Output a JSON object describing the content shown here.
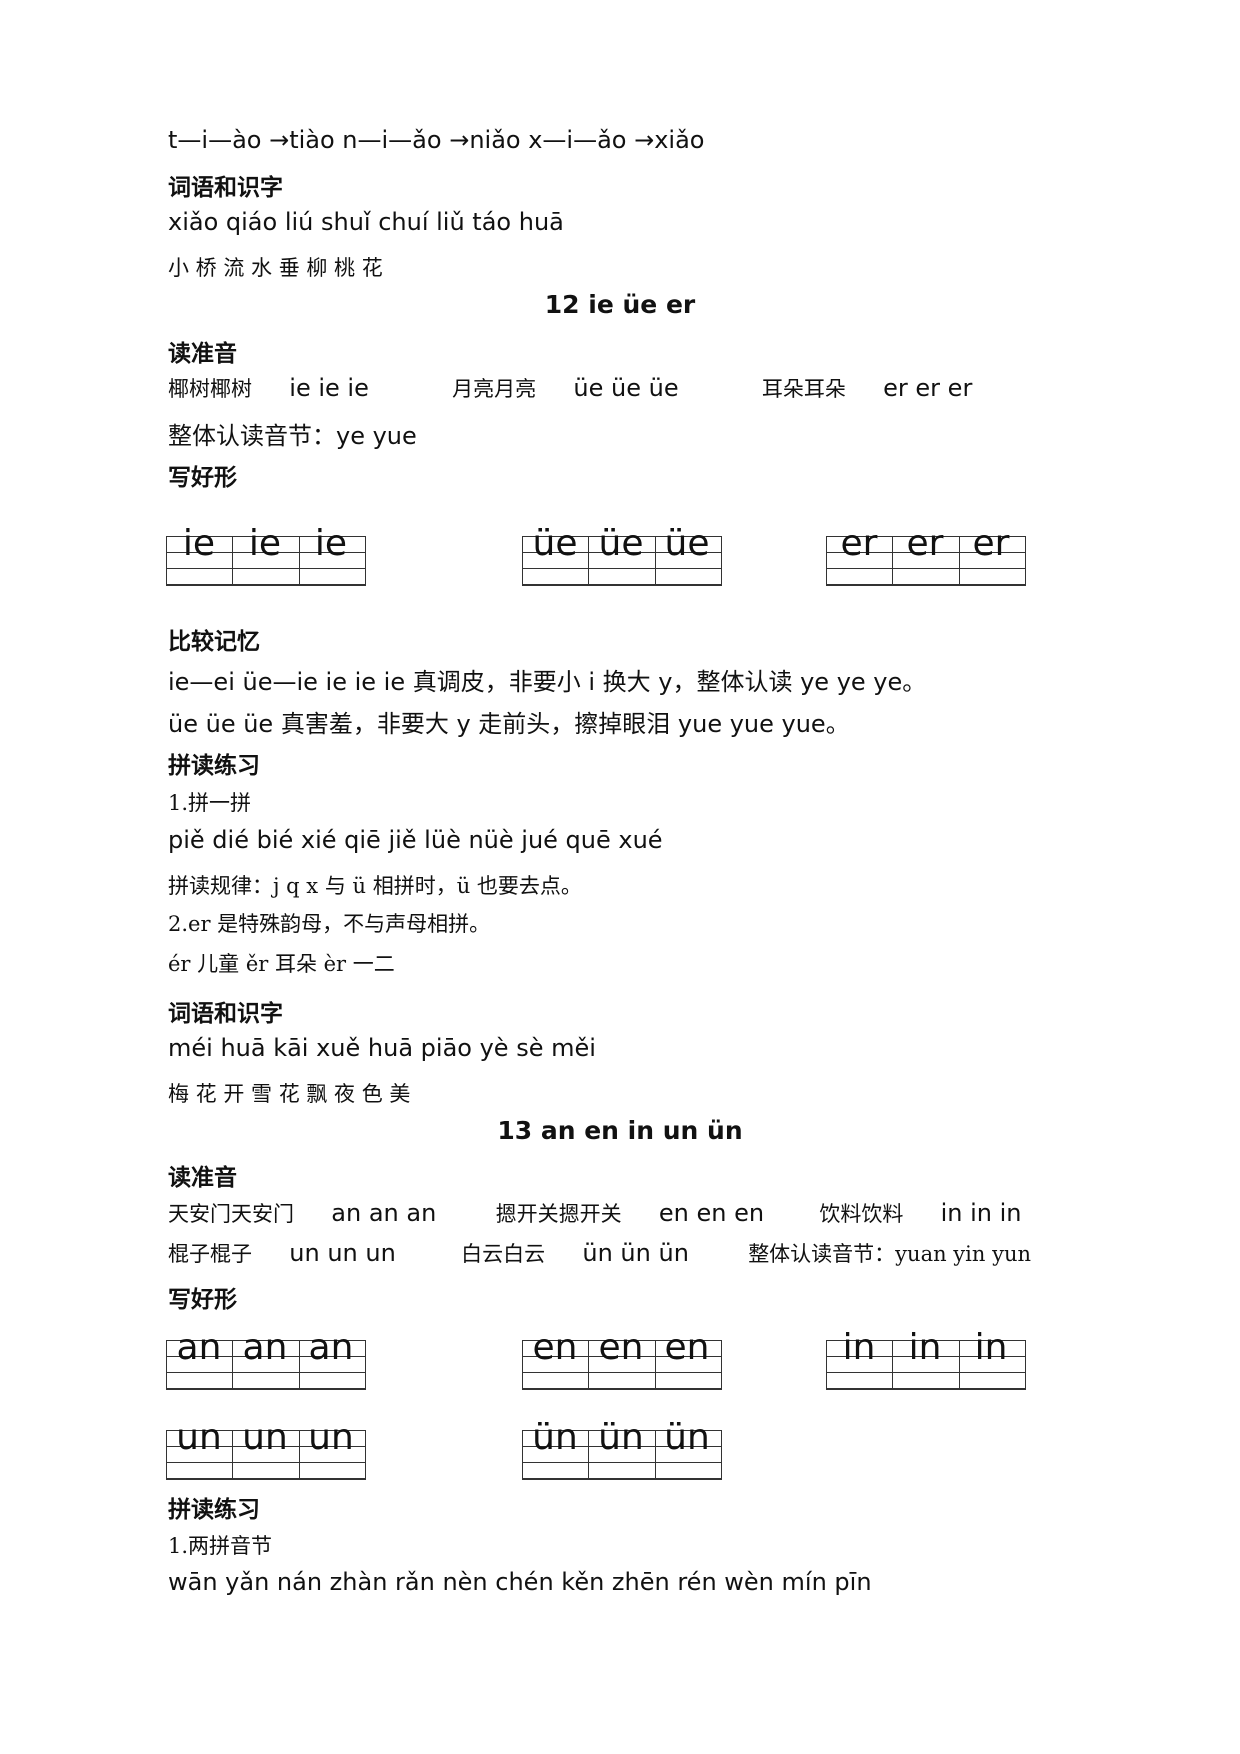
{
  "lines": {
    "l1": "t—i—ào →tiào    n—i—ǎo →niǎo    x—i—ǎo →xiǎo",
    "l2": "词语和识字",
    "l3": "xiǎo qiáo      liú shuǐ    chuí liǔ    táo huā",
    "l4": "小    桥      流   水     垂    柳  桃 花",
    "l5": "12    ie    üe    er",
    "l6": "读准音",
    "l7a": "椰树椰树",
    "l7b": "ie ie ie",
    "l7c": "月亮月亮",
    "l7d": "üe üe üe",
    "l7e": "耳朵耳朵",
    "l7f": "er er er",
    "l8": "整体认读音节：ye    yue",
    "l9": "写好形",
    "l10": "比较记忆",
    "l11": "ie—ei    üe—ie    ie ie ie 真调皮，非要小 i 换大 y，整体认读 ye ye ye。",
    "l12": "üe üe üe 真害羞，非要大 y 走前头，擦掉眼泪 yue yue yue。",
    "l13": "拼读练习",
    "l14": "1.拼一拼",
    "l15": "piě    dié    bié    xié    qiē  jiě    lüè    nüè    jué    quē    xué",
    "l16": "拼读规律：j  q  x 与 ü 相拼时，ü 也要去点。",
    "l17": "2.er 是特殊韵母，不与声母相拼。",
    "l18": "ér 儿童    ěr 耳朵    èr 一二",
    "l19": "词语和识字",
    "l20": "méi huā kāi       xuě huā piāo        yè  sè měi",
    "l21": "梅   花   开       雪   花    飘        夜   色  美",
    "l22": "13    an    en    in    un    ün",
    "l23": "读准音",
    "l24a": "天安门天安门",
    "l24b": "an an an",
    "l24c": "摁开关摁开关",
    "l24d": "en en en",
    "l24e": "饮料饮料",
    "l24f": "in in in",
    "l25a": "棍子棍子",
    "l25b": "un un un",
    "l25c": "白云白云",
    "l25d": "ün ün ün",
    "l25e": "整体认读音节：yuan    yin    yun",
    "l26": "写好形",
    "l27": "拼读练习",
    "l28": "1.两拼音节",
    "l29": "wān    yǎn    nán    zhàn    rǎn  nèn    chén    kěn    zhēn    rén  wèn    mín    pīn"
  },
  "grids": {
    "g1": [
      "ie",
      "ie",
      "ie"
    ],
    "g2": [
      "üe",
      "üe",
      "üe"
    ],
    "g3": [
      "er",
      "er",
      "er"
    ],
    "g4": [
      "an",
      "an",
      "an"
    ],
    "g5": [
      "en",
      "en",
      "en"
    ],
    "g6": [
      "in",
      "in",
      "in"
    ],
    "g7": [
      "un",
      "un",
      "un"
    ],
    "g8": [
      "ün",
      "ün",
      "ün"
    ]
  }
}
